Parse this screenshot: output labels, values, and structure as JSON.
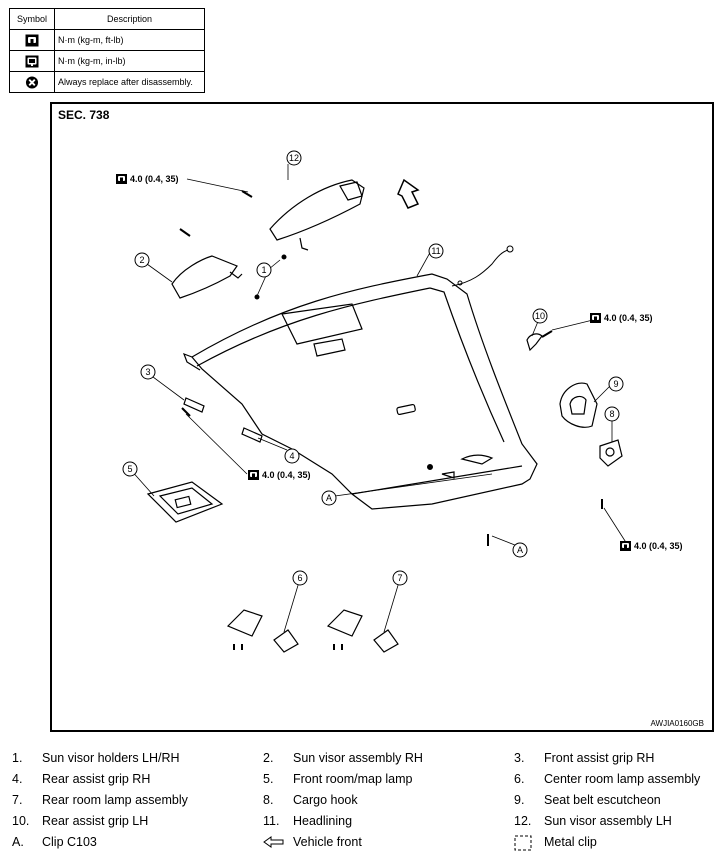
{
  "symbol_table": {
    "header_symbol": "Symbol",
    "header_description": "Description",
    "rows": [
      {
        "icon": "torque-wrench-icon",
        "description": "N·m (kg-m, ft-lb)"
      },
      {
        "icon": "torque-wrench-inlb-icon",
        "description": "N·m (kg-m, in-lb)"
      },
      {
        "icon": "always-replace-icon",
        "description": "Always replace after disassembly."
      }
    ]
  },
  "diagram": {
    "section": "SEC. 738",
    "figure_code": "AWJIA0160GB",
    "torque_label": "4.0 (0.4, 35)",
    "callouts": [
      "12",
      "2",
      "1",
      "11",
      "10",
      "9",
      "8",
      "3",
      "4",
      "5",
      "6",
      "7",
      "A",
      "A"
    ]
  },
  "legend": [
    {
      "num": "1.",
      "text": "Sun visor holders LH/RH"
    },
    {
      "num": "2.",
      "text": "Sun visor assembly RH"
    },
    {
      "num": "3.",
      "text": "Front assist grip RH"
    },
    {
      "num": "4.",
      "text": "Rear assist grip RH"
    },
    {
      "num": "5.",
      "text": "Front room/map lamp"
    },
    {
      "num": "6.",
      "text": "Center room lamp assembly"
    },
    {
      "num": "7.",
      "text": "Rear room lamp assembly"
    },
    {
      "num": "8.",
      "text": "Cargo hook"
    },
    {
      "num": "9.",
      "text": "Seat belt escutcheon"
    },
    {
      "num": "10.",
      "text": "Rear assist grip LH"
    },
    {
      "num": "11.",
      "text": "Headlining"
    },
    {
      "num": "12.",
      "text": "Sun visor assembly LH"
    },
    {
      "num": "A.",
      "text": "Clip C103"
    },
    {
      "num": "",
      "text": "Vehicle front",
      "icon": "vehicle-front-arrow-icon"
    },
    {
      "num": "",
      "text": "Metal clip",
      "icon": "metal-clip-icon"
    }
  ]
}
